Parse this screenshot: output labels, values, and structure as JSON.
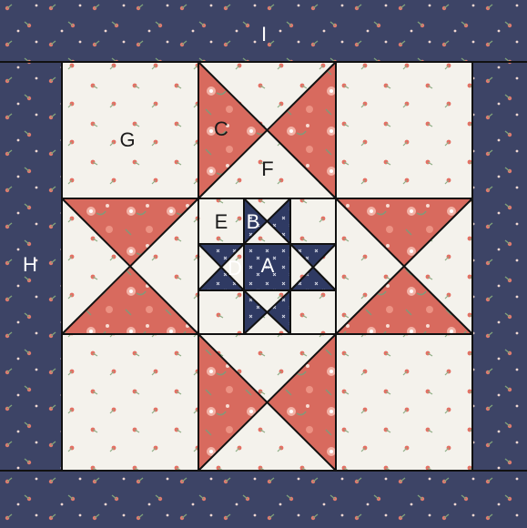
{
  "labels": {
    "a": "A",
    "b": "B",
    "c": "C",
    "d": "D",
    "e": "E",
    "f": "F",
    "g": "G",
    "h": "H",
    "i": "I"
  },
  "colors": {
    "navy_border": "#3d4466",
    "cream": "#f4f2ec",
    "coral": "#d86a5e",
    "navy_patch": "#2f3a63",
    "outline": "#111111"
  }
}
